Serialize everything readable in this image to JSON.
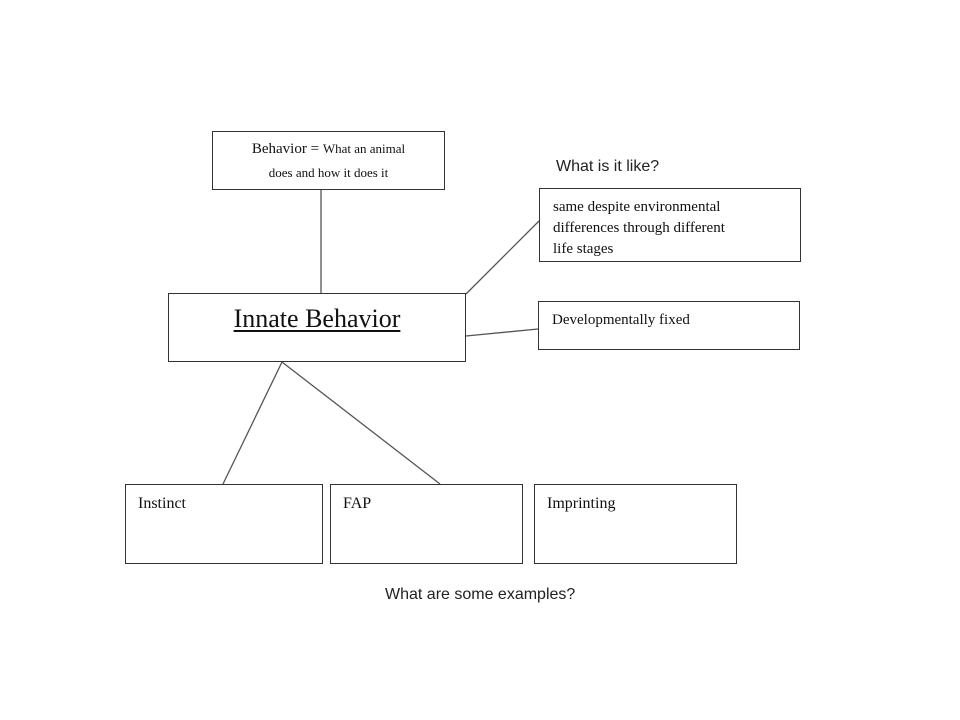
{
  "diagram": {
    "definition": {
      "term": "Behavior =",
      "text_line1": "What an animal",
      "text_line2": "does and how it does it"
    },
    "central_concept": "Innate Behavior",
    "question_characteristics": "What is it like?",
    "characteristics": [
      {
        "lines": [
          "same despite environmental",
          "differences through different",
          "life stages"
        ]
      },
      {
        "lines": [
          "Developmentally fixed"
        ]
      }
    ],
    "question_examples": "What are some examples?",
    "examples": [
      {
        "label": "Instinct"
      },
      {
        "label": "FAP"
      },
      {
        "label": "Imprinting"
      }
    ],
    "colors": {
      "background": "#ffffff",
      "box_border": "#333333",
      "connector": "#555555",
      "text": "#111111"
    }
  }
}
